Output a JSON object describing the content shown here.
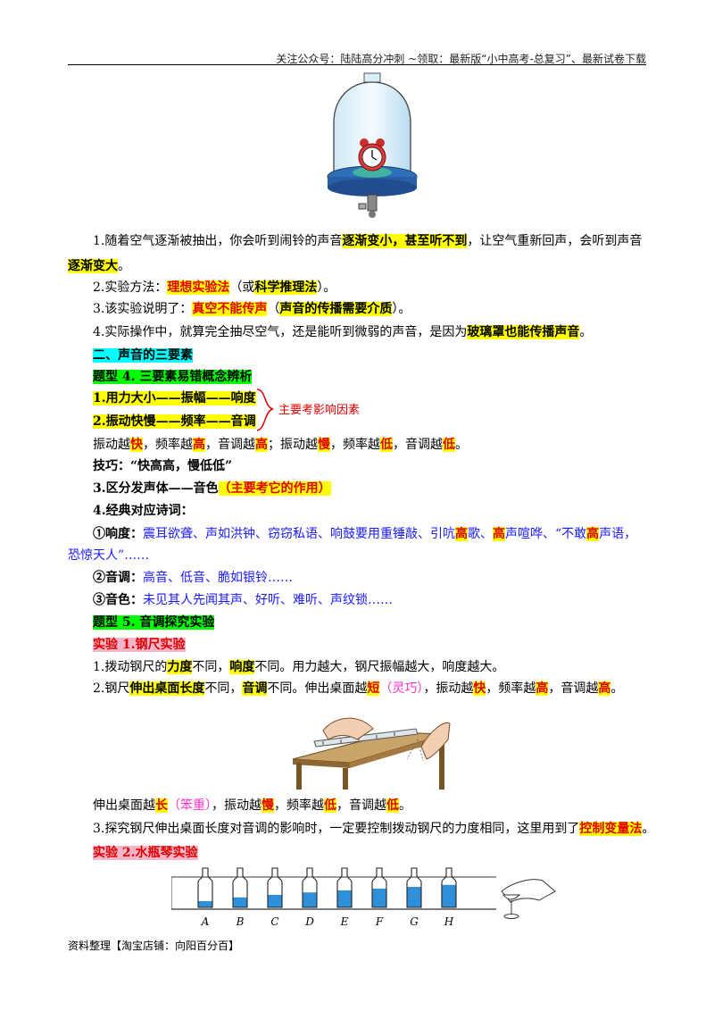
{
  "header": "关注公众号：陆陆高分冲刺 ~领取：最新版“小中高考-总复习”、最新试卷下载",
  "p1a": "1.随着空气逐渐被抽出，你会听到闹铃的声音",
  "p1b": "逐渐变小，甚至听不到",
  "p1c": "，让空气重新回声，会听到声音",
  "p1d": "逐渐变大",
  "p1e": "。",
  "p2a": "2.实验方法：",
  "p2b": "理想实验法",
  "p2c": "（或",
  "p2d": "科学推理法",
  "p2e": "）。",
  "p3a": "3.该实验说明了：",
  "p3b": "真空不能传声",
  "p3c": "（",
  "p3d": "声音的传播需要介质",
  "p3e": "）。",
  "p4a": "4.实际操作中，就算完全抽尽空气，还是能听到微弱的声音，是因为",
  "p4b": "玻璃罩也能传播声音",
  "p4c": "。",
  "sec2": "二、声音的三要素",
  "t4": "题型 4. 三要素易错概念辨析",
  "r1": "1.用力大小——振幅——响度",
  "r2": "2.振动快慢——频率——音调",
  "brace_note": "主要考影响因素",
  "v": [
    "振动越",
    "快",
    "，频率越",
    "高",
    "，音调越",
    "高",
    "；振动越",
    "慢",
    "，频率越",
    "低",
    "，音调越",
    "低",
    "。"
  ],
  "tip": "技巧：“快高高，慢低低”",
  "tc_a": "3.区分发声体——音色",
  "tc_b": "（主要考它的作用）",
  "poem": "4.经典对应诗词：",
  "l1a": "①响度：",
  "l1b": "震耳欲聋、声如洪钟、窃窃私语、响鼓要用重锤敲、引吭",
  "l1c": "高",
  "l1d": "歌、",
  "l1e": "高",
  "l1f": "声喧哗、“不敢",
  "l1g": "高",
  "l1h": "声语，",
  "l1i": "恐惊天人”……",
  "l2a": "②音调：",
  "l2b": "高音、低音、脆如银铃……",
  "l3a": "③音色：",
  "l3b": "未见其人先闻其声、好听、难听、声纹锁……",
  "t5": "题型 5. 音调探究实验",
  "e1": "实验 1.钢尺实验",
  "s1": [
    "1.拨动钢尺的",
    "力度",
    "不同，",
    "响度",
    "不同。用力越大，钢尺振幅越大，响度越大。"
  ],
  "s2": [
    "2.钢尺",
    "伸出桌面长度",
    "不同，",
    "音调",
    "不同。伸出桌面越",
    "短",
    "（灵巧）",
    "，振动越",
    "快",
    "，频率越",
    "高",
    "，音调越",
    "高",
    "。"
  ],
  "s3": [
    "伸出桌面越",
    "长",
    "（笨重）",
    "，振动越",
    "慢",
    "，频率越",
    "低",
    "，音调越",
    "低",
    "。"
  ],
  "s4a": "3.探究钢尺伸出桌面长度对音调的影响时，一定要控制拨动钢尺的力度相同，这里用到了",
  "s4b": "控制变量法",
  "s4c": "。",
  "e2": "实验 2.水瓶琴实验",
  "bottles": [
    "A",
    "B",
    "C",
    "D",
    "E",
    "F",
    "G",
    "H"
  ],
  "bottle_levels": [
    0.25,
    0.4,
    0.5,
    0.6,
    0.68,
    0.75,
    0.82,
    0.9
  ],
  "footer": "资料整理【淘宝店铺：向阳百分百】",
  "colors": {
    "highlight_yellow": "#ffff00",
    "highlight_green": "#00ff00",
    "red": "#e00000",
    "blue": "#1a1aff",
    "pink": "#ff33cc",
    "experiment_bg": "#f5b5c8"
  }
}
